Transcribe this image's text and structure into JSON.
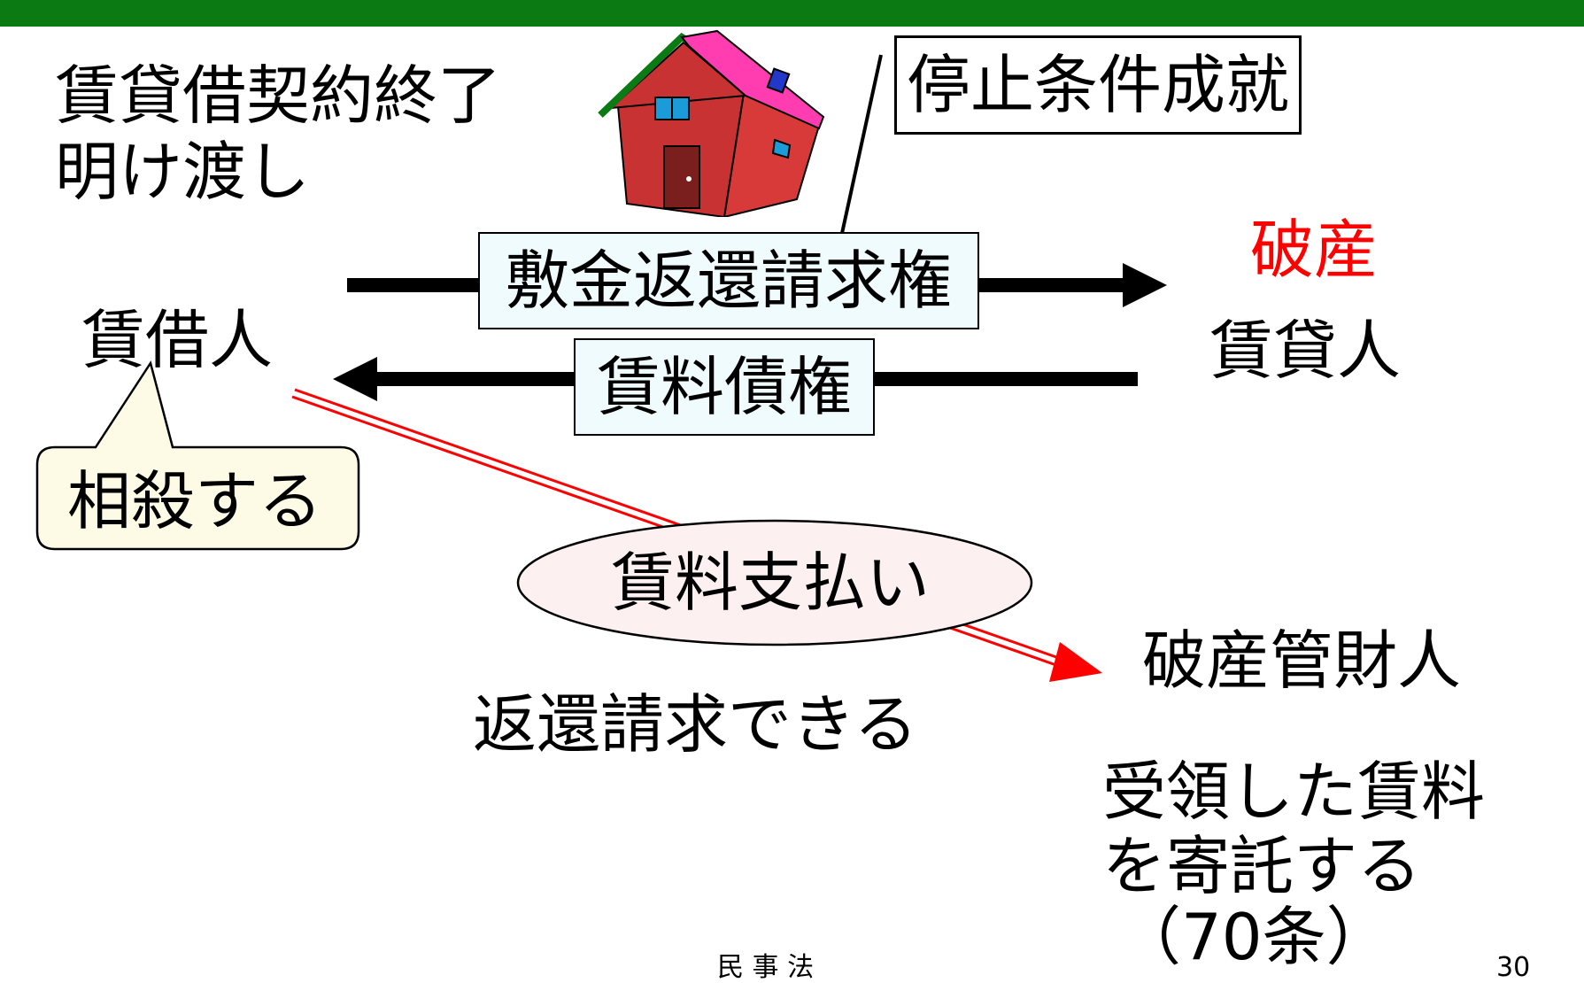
{
  "colors": {
    "top_bar": "#0b7a12",
    "bankrupt_red": "#ff0000",
    "payment_arrow": "#ff0000",
    "box_light_blue": "#f0fbfd",
    "bubble_cream": "#fdfbe6",
    "oval_pink": "#fdf0f0"
  },
  "lease_end": {
    "line1": "賃貸借契約終了",
    "line2": "明け渡し"
  },
  "condition_label": "停止条件成就",
  "house_icon": "house-icon",
  "lessee": "賃借人",
  "lessor": "賃貸人",
  "bankruptcy": "破産",
  "deposit_claim": "敷金返還請求権",
  "rent_claim": "賃料債権",
  "setoff_bubble": "相殺する",
  "rent_payment": "賃料支払い",
  "refund_claim": "返還請求できる",
  "trustee": "破産管財人",
  "deposit_note": {
    "line1": "受領した賃料",
    "line2": "を寄託する",
    "line3": "（70条）"
  },
  "footer_left": "民 事 法",
  "footer_right": "30"
}
